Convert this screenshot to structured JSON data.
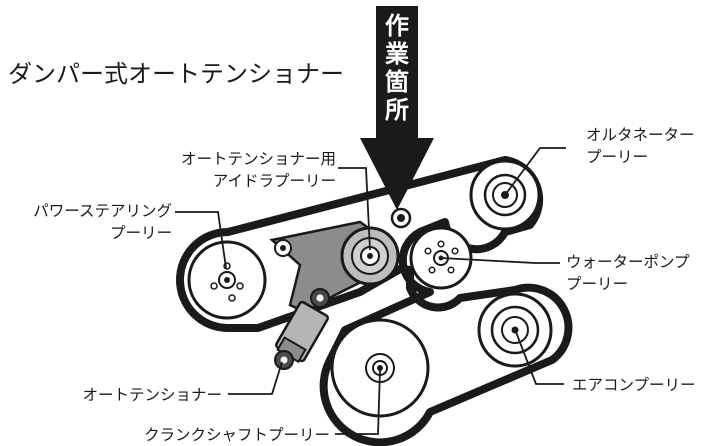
{
  "title": "ダンパー式オートテンショナー",
  "work_area": {
    "chars": [
      "作",
      "業",
      "箇",
      "所"
    ]
  },
  "labels": {
    "alternator": [
      "オルタネーター",
      "プーリー"
    ],
    "idler": [
      "オートテンショナー用",
      "アイドラプーリー"
    ],
    "power_steering": [
      "パワーステアリング",
      "プーリー"
    ],
    "water_pump": [
      "ウォーターポンプ",
      "プーリー"
    ],
    "ac": "エアコンプーリー",
    "auto_tensioner": "オートテンショナー",
    "crankshaft": "クランクシャフトプーリー"
  },
  "colors": {
    "ink": "#1a1a1a",
    "arm": "#8c8c8c",
    "tensioner_body": "#b5b5b5"
  }
}
